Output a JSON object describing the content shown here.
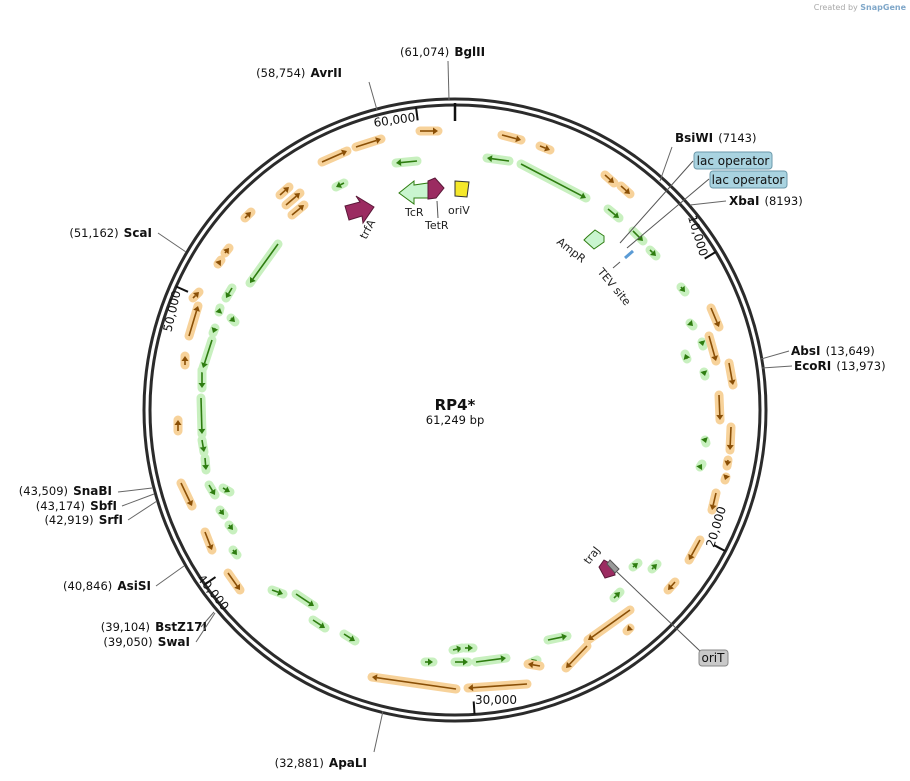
{
  "credit": {
    "prefix": "Created by",
    "brand": "SnapGene"
  },
  "plasmid": {
    "name": "RP4*",
    "length": 61249,
    "length_label": "61,249 bp"
  },
  "ticks": [
    {
      "bp": 10000,
      "label": "10,000"
    },
    {
      "bp": 20000,
      "label": "20,000"
    },
    {
      "bp": 30000,
      "label": "30,000"
    },
    {
      "bp": 40000,
      "label": "40,000"
    },
    {
      "bp": 50000,
      "label": "50,000"
    },
    {
      "bp": 60000,
      "label": "60,000"
    }
  ],
  "sites": [
    {
      "name": "BglII",
      "position": "(61,074)",
      "bp": 61074,
      "side": "left"
    },
    {
      "name": "AvrII",
      "position": "(58,754)",
      "bp": 58754,
      "side": "left"
    },
    {
      "name": "BsiWI",
      "position": "(7143)",
      "bp": 7143,
      "side": "right"
    },
    {
      "name": "XbaI",
      "position": "(8193)",
      "bp": 8193,
      "side": "right"
    },
    {
      "name": "AbsI",
      "position": "(13,649)",
      "bp": 13649,
      "side": "right"
    },
    {
      "name": "EcoRI",
      "position": "(13,973)",
      "bp": 13973,
      "side": "right"
    },
    {
      "name": "ScaI",
      "position": "(51,162)",
      "bp": 51162,
      "side": "left"
    },
    {
      "name": "SnaBI",
      "position": "(43,509)",
      "bp": 43509,
      "side": "left"
    },
    {
      "name": "SbfI",
      "position": "(43,174)",
      "bp": 43174,
      "side": "left"
    },
    {
      "name": "SrfI",
      "position": "(42,919)",
      "bp": 42919,
      "side": "left"
    },
    {
      "name": "AsiSI",
      "position": "(40,846)",
      "bp": 40846,
      "side": "left"
    },
    {
      "name": "BstZ17I",
      "position": "(39,104)",
      "bp": 39104,
      "side": "left"
    },
    {
      "name": "SwaI",
      "position": "(39,050)",
      "bp": 39050,
      "side": "left"
    },
    {
      "name": "ApaLI",
      "position": "(32,881)",
      "bp": 32881,
      "side": "left"
    }
  ],
  "boxed_features": [
    {
      "label": "lac operator",
      "color": "#a9d3e0"
    },
    {
      "label": "lac operator",
      "color": "#a9d3e0"
    },
    {
      "label": "oriT",
      "color": "#c9c9c9"
    }
  ],
  "features": [
    {
      "label": "trfA",
      "color": "#9b2b61"
    },
    {
      "label": "TcR",
      "color": "#c9f5cf"
    },
    {
      "label": "TetR",
      "color": "#9b2b61"
    },
    {
      "label": "oriV",
      "color": "#f5e82a"
    },
    {
      "label": "AmpR",
      "color": "#c9f5cf"
    },
    {
      "label": "TEV site",
      "color": "#5b9bd5"
    },
    {
      "label": "traJ",
      "color": "#9b2b61"
    }
  ],
  "colors": {
    "backbone": "#2b2b2b",
    "orf_orange_fill": "#f7d29a",
    "orf_orange_stroke": "#8a4f06",
    "orf_green_fill": "#c8f0bf",
    "orf_green_stroke": "#2e7d10"
  }
}
